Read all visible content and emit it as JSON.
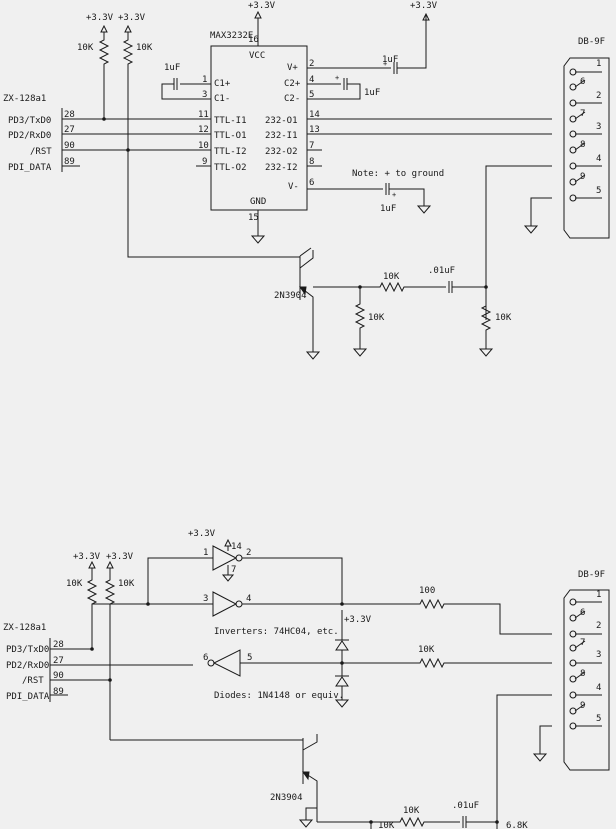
{
  "circuit1": {
    "supply_a": "+3.3V",
    "supply_b": "+3.3V",
    "pullup_a": "10K",
    "pullup_b": "10K",
    "ic_name": "MAX3232E",
    "ic_supply": "+3.3V",
    "ic_pin16": "16",
    "ic_vcc": "VCC",
    "ic_pin15": "15",
    "ic_gnd": "GND",
    "left_pins": [
      {
        "num": "1",
        "name": "C1+"
      },
      {
        "num": "3",
        "name": "C1-"
      },
      {
        "num": "11",
        "name": "TTL-I1"
      },
      {
        "num": "12",
        "name": "TTL-O1"
      },
      {
        "num": "10",
        "name": "TTL-I2"
      },
      {
        "num": "9",
        "name": "TTL-O2"
      }
    ],
    "right_pins": [
      {
        "num": "2",
        "name": "V+"
      },
      {
        "num": "4",
        "name": "C2+"
      },
      {
        "num": "5",
        "name": "C2-"
      },
      {
        "num": "14",
        "name": "232-O1"
      },
      {
        "num": "13",
        "name": "232-I1"
      },
      {
        "num": "7",
        "name": "232-O2"
      },
      {
        "num": "8",
        "name": "232-I2"
      },
      {
        "num": "6",
        "name": "V-"
      }
    ],
    "cap_c1": "1uF",
    "cap_vplus": "1uF",
    "cap_c2": "1uF",
    "cap_vminus": "1uF",
    "note": "Note: + to ground",
    "header_title": "ZX-128a1",
    "header_pins": [
      {
        "num": "28",
        "name": "PD3/TxD0"
      },
      {
        "num": "27",
        "name": "PD2/RxD0"
      },
      {
        "num": "90",
        "name": "/RST"
      },
      {
        "num": "89",
        "name": "PDI_DATA"
      }
    ],
    "transistor": "2N3904",
    "res_series": "10K",
    "res_base": "10K",
    "res_right": "10K",
    "cap_coupling": ".01uF",
    "connector": "DB-9F",
    "db9_pins": [
      "1",
      "6",
      "2",
      "7",
      "3",
      "8",
      "4",
      "9",
      "5"
    ]
  },
  "circuit2": {
    "supply_a": "+3.3V",
    "supply_b": "+3.3V",
    "pullup_a": "10K",
    "pullup_b": "10K",
    "inv_supply": "+3.3V",
    "inv1_pins": [
      "1",
      "14",
      "2",
      "7"
    ],
    "inv2_pins": [
      "3",
      "4"
    ],
    "inv3_pins": [
      "6",
      "5"
    ],
    "inverters_note": "Inverters: 74HC04, etc.",
    "diodes_note": "Diodes: 1N4148 or equiv.",
    "diode_supply": "+3.3V",
    "res_100": "100",
    "res_10k": "10K",
    "header_title": "ZX-128a1",
    "header_pins": [
      {
        "num": "28",
        "name": "PD3/TxD0"
      },
      {
        "num": "27",
        "name": "PD2/RxD0"
      },
      {
        "num": "90",
        "name": "/RST"
      },
      {
        "num": "89",
        "name": "PDI_DATA"
      }
    ],
    "transistor": "2N3904",
    "res_series": "10K",
    "res_base": "10K",
    "res_right": "6.8K",
    "cap_coupling": ".01uF",
    "connector": "DB-9F",
    "db9_pins": [
      "1",
      "6",
      "2",
      "7",
      "3",
      "8",
      "4",
      "9",
      "5"
    ]
  }
}
